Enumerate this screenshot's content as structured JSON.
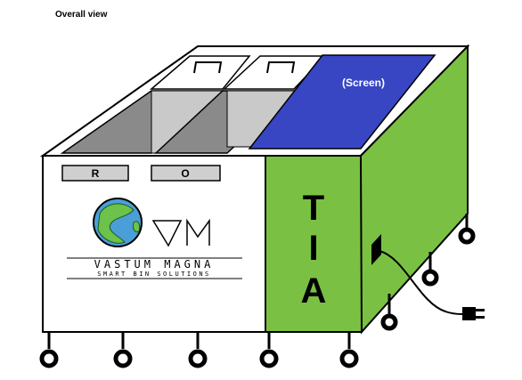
{
  "heading": "Overall view",
  "bins": {
    "left_label": "R",
    "middle_label": "O"
  },
  "screen_label": "(Screen)",
  "side_letters": [
    "T",
    "I",
    "A"
  ],
  "brand": {
    "logo_letters": "VM",
    "name": "VASTUM  MAGNA",
    "tagline": "SMART BIN SOLUTIONS"
  },
  "colors": {
    "green_panel": "#7ac143",
    "screen_blue": "#3846c4",
    "bin_gray": "#8a8a8a",
    "label_gray": "#cfcfcf"
  }
}
